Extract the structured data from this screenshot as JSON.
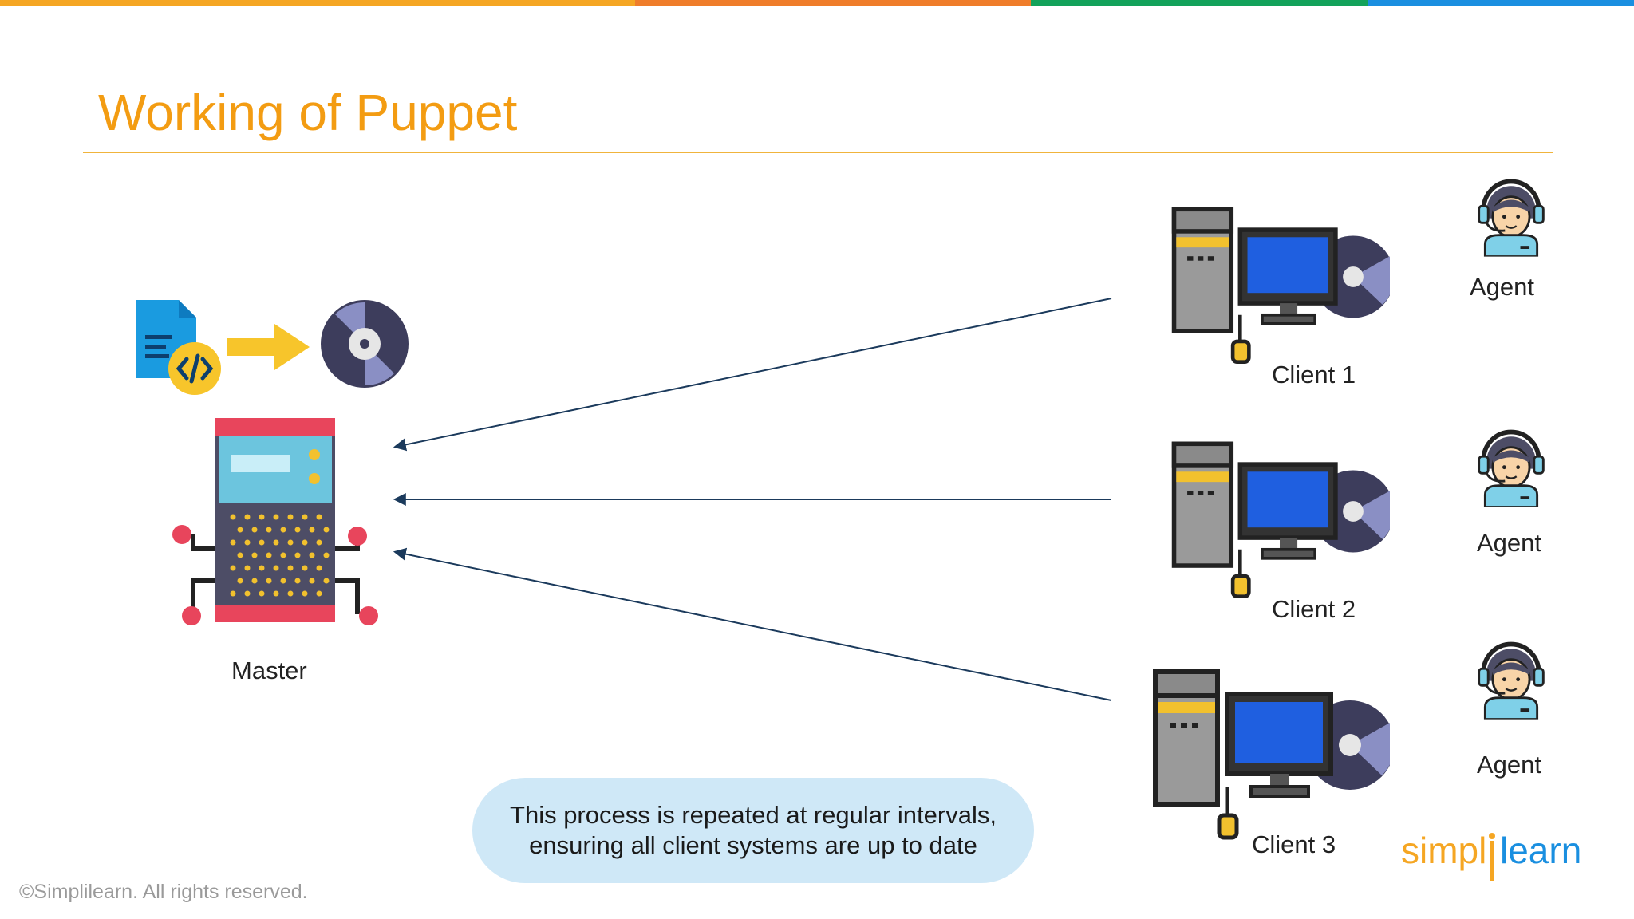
{
  "title": "Working of Puppet",
  "colors": {
    "title": "#f39c12",
    "stripe": [
      "#f5a623",
      "#ef7d2a",
      "#13a25a",
      "#1a8fe0"
    ],
    "arrow": "#1b3a5c",
    "bubble": "#cfe8f7"
  },
  "master": {
    "label": "Master",
    "icon": "server-icon"
  },
  "manifest": {
    "icon": "code-file-icon",
    "arrow_icon": "arrow-right-icon",
    "catalog_icon": "disc-icon"
  },
  "clients": [
    {
      "label": "Client 1",
      "agent_label": "Agent",
      "icon": "desktop-computer-icon",
      "agent_icon": "agent-avatar-icon"
    },
    {
      "label": "Client 2",
      "agent_label": "Agent",
      "icon": "desktop-computer-icon",
      "agent_icon": "agent-avatar-icon"
    },
    {
      "label": "Client 3",
      "agent_label": "Agent",
      "icon": "desktop-computer-icon",
      "agent_icon": "agent-avatar-icon"
    }
  ],
  "note": {
    "line1": "This process is repeated at regular intervals,",
    "line2": "ensuring all client systems are up to date"
  },
  "copyright": "©Simplilearn. All rights reserved.",
  "logo": {
    "part1": "simpl",
    "part2": "learn"
  }
}
